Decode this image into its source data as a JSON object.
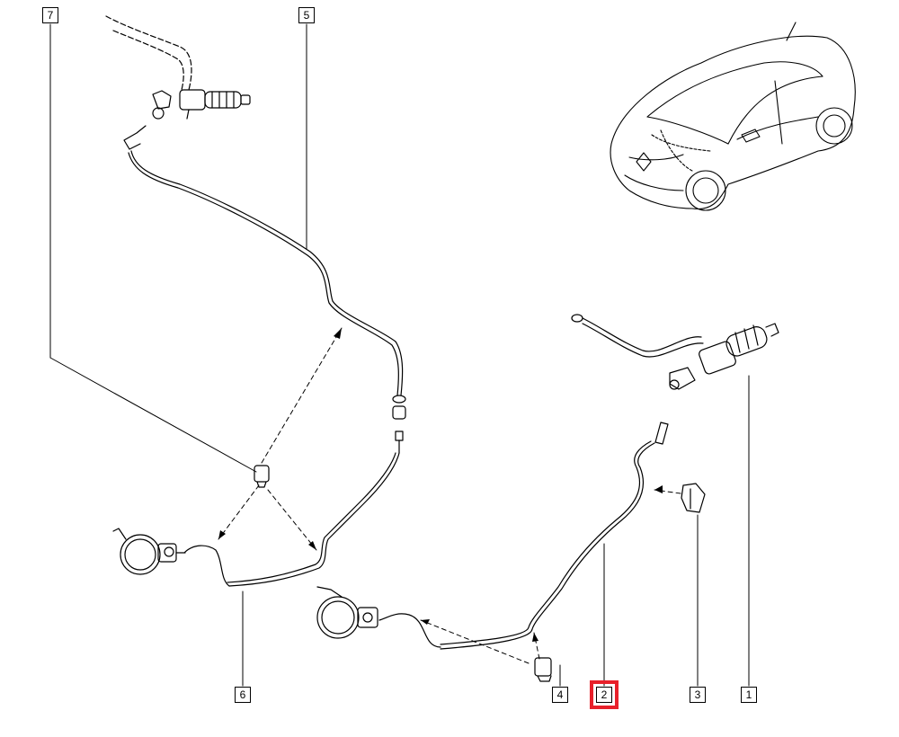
{
  "callouts": [
    {
      "id": "1",
      "label": "1",
      "highlighted": false
    },
    {
      "id": "2",
      "label": "2",
      "highlighted": true
    },
    {
      "id": "3",
      "label": "3",
      "highlighted": false
    },
    {
      "id": "4",
      "label": "4",
      "highlighted": false
    },
    {
      "id": "5",
      "label": "5",
      "highlighted": false
    },
    {
      "id": "6",
      "label": "6",
      "highlighted": false
    },
    {
      "id": "7",
      "label": "7",
      "highlighted": false
    }
  ],
  "colors": {
    "line": "#000000",
    "highlight": "#e8202a",
    "background": "#ffffff"
  }
}
